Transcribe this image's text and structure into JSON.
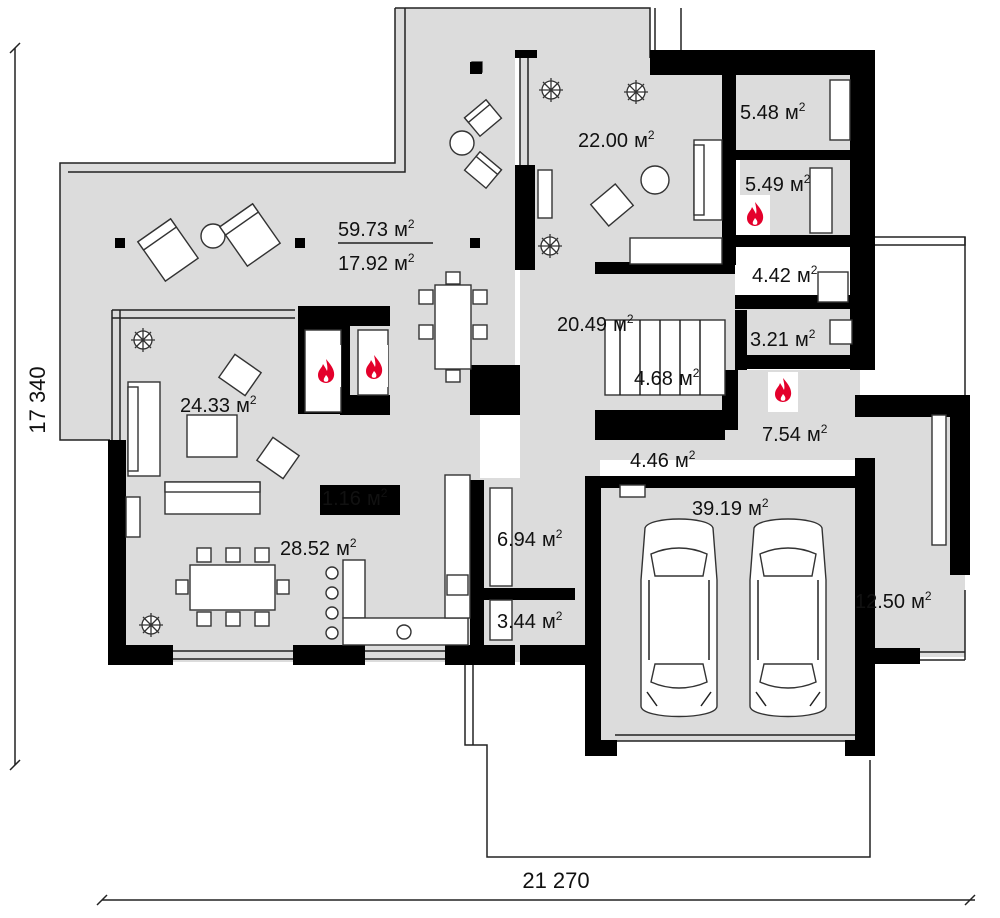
{
  "plan": {
    "dimensions": {
      "width": "21 270",
      "height": "17 340"
    },
    "terrace": {
      "area": "59.73",
      "sub_area": "17.92",
      "unit": "м"
    },
    "rooms": [
      {
        "id": "r1",
        "area": "22.00"
      },
      {
        "id": "r2",
        "area": "5.48"
      },
      {
        "id": "r3",
        "area": "5.49"
      },
      {
        "id": "r4",
        "area": "4.42"
      },
      {
        "id": "r5",
        "area": "3.21"
      },
      {
        "id": "r6",
        "area": "20.49"
      },
      {
        "id": "r7",
        "area": "4.68"
      },
      {
        "id": "r8",
        "area": "7.54"
      },
      {
        "id": "r9",
        "area": "24.33"
      },
      {
        "id": "r10",
        "area": "4.46"
      },
      {
        "id": "r11",
        "area": "1.16"
      },
      {
        "id": "r12",
        "area": "39.19"
      },
      {
        "id": "r13",
        "area": "28.52"
      },
      {
        "id": "r14",
        "area": "6.94"
      },
      {
        "id": "r15",
        "area": "3.44"
      },
      {
        "id": "r16",
        "area": "12.50"
      }
    ],
    "unit": "м",
    "unit_power": "2",
    "fireplace_icon": "flame-icon",
    "accent_color": "#e4002b",
    "floor_color": "#dcdcdc",
    "wall_color": "#000000"
  }
}
